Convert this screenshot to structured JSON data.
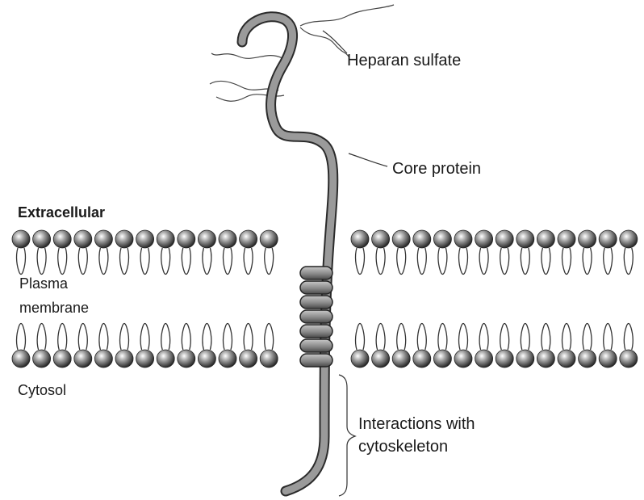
{
  "labels": {
    "heparan_sulfate": "Heparan sulfate",
    "core_protein": "Core protein",
    "extracellular": "Extracellular",
    "plasma": "Plasma",
    "membrane": "membrane",
    "cytosol": "Cytosol",
    "interactions_line1": "Interactions with",
    "interactions_line2": "cytoskeleton"
  },
  "colors": {
    "protein_fill": "#9a9a9a",
    "protein_stroke": "#2b2b2b",
    "lipid_head": "#555555",
    "lipid_tail": "#333333",
    "glycan": "#444444"
  }
}
